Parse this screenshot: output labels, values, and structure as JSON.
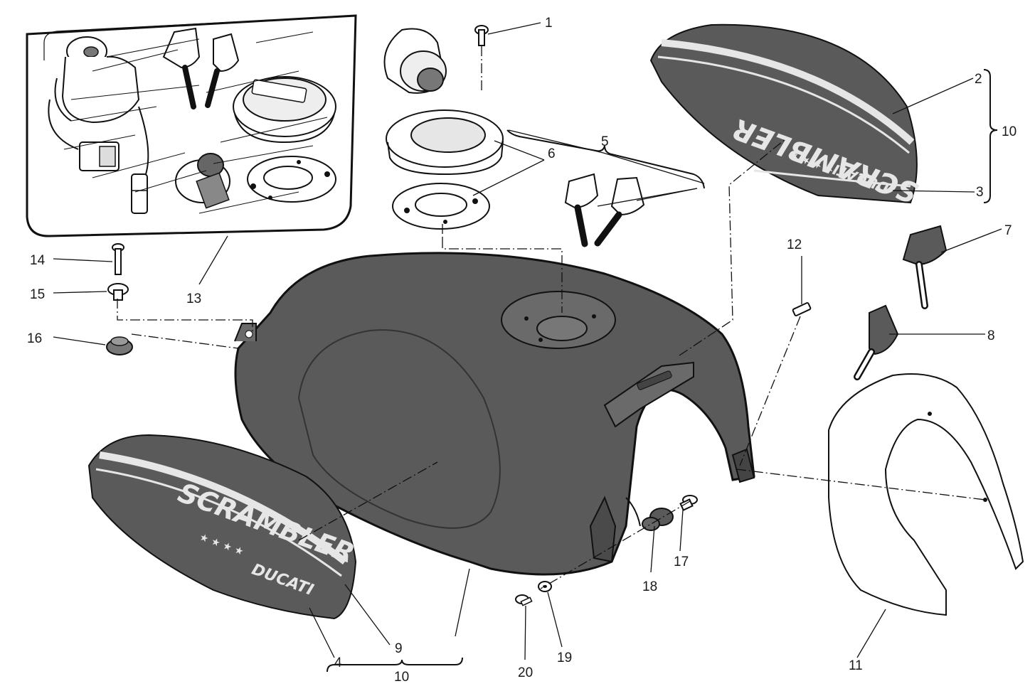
{
  "decal": {
    "brand": "SCRAMBLER",
    "maker": "DUCATI",
    "stars": "★ ★ ★ ★"
  },
  "colors": {
    "part_fill": "#5a5a5a",
    "part_outline": "#111111",
    "stripe": "#e6e6e6",
    "label": "#1a1a1a"
  },
  "callouts": [
    {
      "id": "1",
      "text": "1"
    },
    {
      "id": "2",
      "text": "2"
    },
    {
      "id": "3",
      "text": "3"
    },
    {
      "id": "4",
      "text": "4"
    },
    {
      "id": "5",
      "text": "5"
    },
    {
      "id": "6",
      "text": "6"
    },
    {
      "id": "7",
      "text": "7"
    },
    {
      "id": "8",
      "text": "8"
    },
    {
      "id": "9",
      "text": "9"
    },
    {
      "id": "10a",
      "text": "10"
    },
    {
      "id": "10b",
      "text": "10"
    },
    {
      "id": "11",
      "text": "11"
    },
    {
      "id": "12",
      "text": "12"
    },
    {
      "id": "13",
      "text": "13"
    },
    {
      "id": "14",
      "text": "14"
    },
    {
      "id": "15",
      "text": "15"
    },
    {
      "id": "16",
      "text": "16"
    },
    {
      "id": "17",
      "text": "17"
    },
    {
      "id": "18",
      "text": "18"
    },
    {
      "id": "19",
      "text": "19"
    },
    {
      "id": "20",
      "text": "20"
    }
  ]
}
